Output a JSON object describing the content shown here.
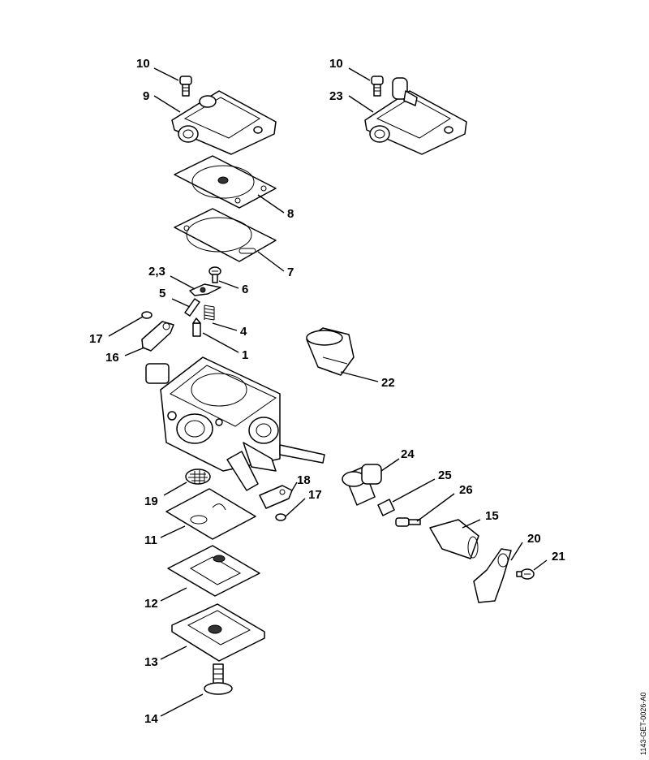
{
  "labels": {
    "l10a": "10",
    "l9": "9",
    "l10b": "10",
    "l23": "23",
    "l8": "8",
    "l7": "7",
    "l23b": "2,3",
    "l6": "6",
    "l5": "5",
    "l4": "4",
    "l17a": "17",
    "l16": "16",
    "l1": "1",
    "l22": "22",
    "l24": "24",
    "l25": "25",
    "l26": "26",
    "l15": "15",
    "l18": "18",
    "l17b": "17",
    "l19": "19",
    "l11": "11",
    "l20": "20",
    "l21": "21",
    "l12": "12",
    "l13": "13",
    "l14": "14"
  },
  "reference_code": "1143-GET-0026-A0"
}
